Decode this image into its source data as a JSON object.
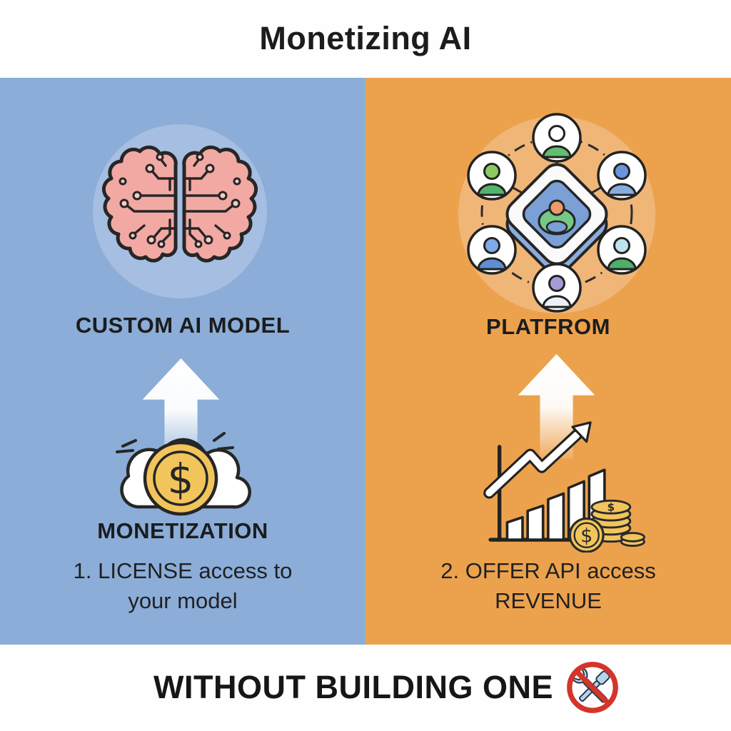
{
  "title": "Monetizing AI",
  "left_panel": {
    "bg_color": "#8BADD8",
    "halo_color": "#A5BEE1",
    "icon": "circuit-brain-icon",
    "heading": "CUSTOM AI MODEL",
    "arrow_icon": "up-arrow-icon",
    "money_icon": "cloud-dollar-coin-icon",
    "coin_symbol": "$",
    "label": "MONETIZATION",
    "step_line1": "1. LICENSE access to",
    "step_line2": "your model"
  },
  "right_panel": {
    "bg_color": "#ECA24D",
    "halo_color": "#F0B678",
    "icon": "platform-network-icon",
    "heading": "PLATFROM",
    "arrow_icon": "up-arrow-icon",
    "growth_icon": "growth-chart-coins-icon",
    "coin_symbol": "$",
    "step_line1": "2. OFFER API access",
    "step_line2": "REVENUE"
  },
  "footer": {
    "text": "WITHOUT BUILDING ONE",
    "icon": "no-tools-icon",
    "prohibition_color": "#D3352B"
  },
  "colors": {
    "text": "#1D1D1F",
    "coin_gold": "#F2C45C",
    "brain_pink": "#F2A9A3",
    "platform_blue": "#7AA0D6",
    "outline": "#262626",
    "arrow_white": "#FFFFFF"
  }
}
